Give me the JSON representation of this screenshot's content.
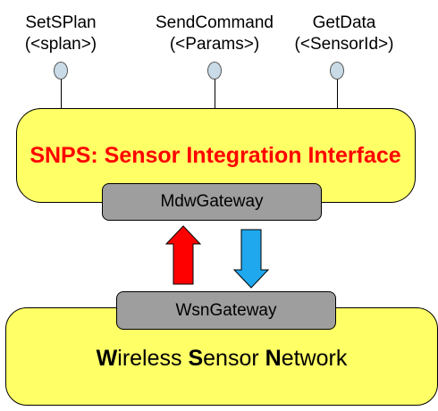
{
  "interfaces": [
    {
      "name": "SetSPlan",
      "param": "(<splan>)"
    },
    {
      "name": "SendCommand",
      "param": "(<Params>)"
    },
    {
      "name": "GetData",
      "param": "(<SensorId>)"
    }
  ],
  "snps": {
    "title": "SNPS: Sensor Integration Interface",
    "gateway": "MdwGateway"
  },
  "wsn": {
    "gateway": "WsnGateway",
    "title_parts": [
      {
        "initial": "W",
        "rest": "ireless "
      },
      {
        "initial": "S",
        "rest": "ensor "
      },
      {
        "initial": "N",
        "rest": "etwork"
      }
    ]
  },
  "colors": {
    "panel_fill": "#ffff66",
    "gateway_fill": "#9e9e9e",
    "title_red": "#ff0000",
    "up_arrow": "#ff0000",
    "down_arrow": "#1fa8ee",
    "pin_fill": "#c9dbe6"
  },
  "icons": {
    "up_arrow": "red-up-arrow-icon",
    "down_arrow": "blue-down-arrow-icon"
  }
}
